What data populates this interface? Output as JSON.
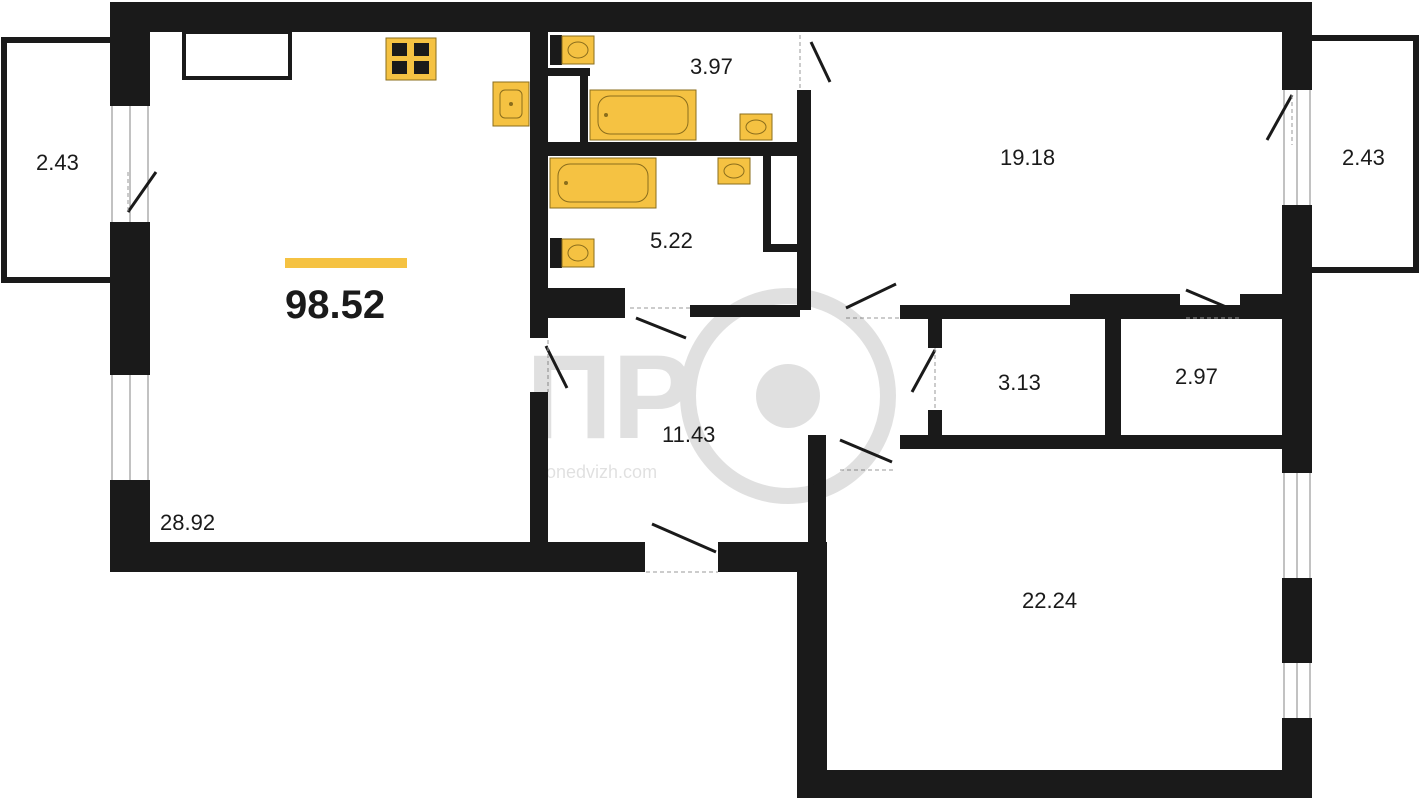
{
  "plan": {
    "total_area": "98.52",
    "accent_color": "#f5c242",
    "wall_color": "#1a1a1a",
    "fixture_color": "#f5c242",
    "rooms": [
      {
        "id": "living-kitchen",
        "area": "28.92"
      },
      {
        "id": "balcony-left",
        "area": "2.43"
      },
      {
        "id": "toilet",
        "area": "3.97"
      },
      {
        "id": "bathroom",
        "area": "5.22"
      },
      {
        "id": "bedroom-top",
        "area": "19.18"
      },
      {
        "id": "balcony-right",
        "area": "2.43"
      },
      {
        "id": "hall",
        "area": "11.43"
      },
      {
        "id": "storage-1",
        "area": "3.13"
      },
      {
        "id": "storage-2",
        "area": "2.97"
      },
      {
        "id": "bedroom-bottom",
        "area": "22.24"
      }
    ]
  },
  "watermark": {
    "logo_text": "ПР",
    "site_text": "pronedvizh.com"
  }
}
